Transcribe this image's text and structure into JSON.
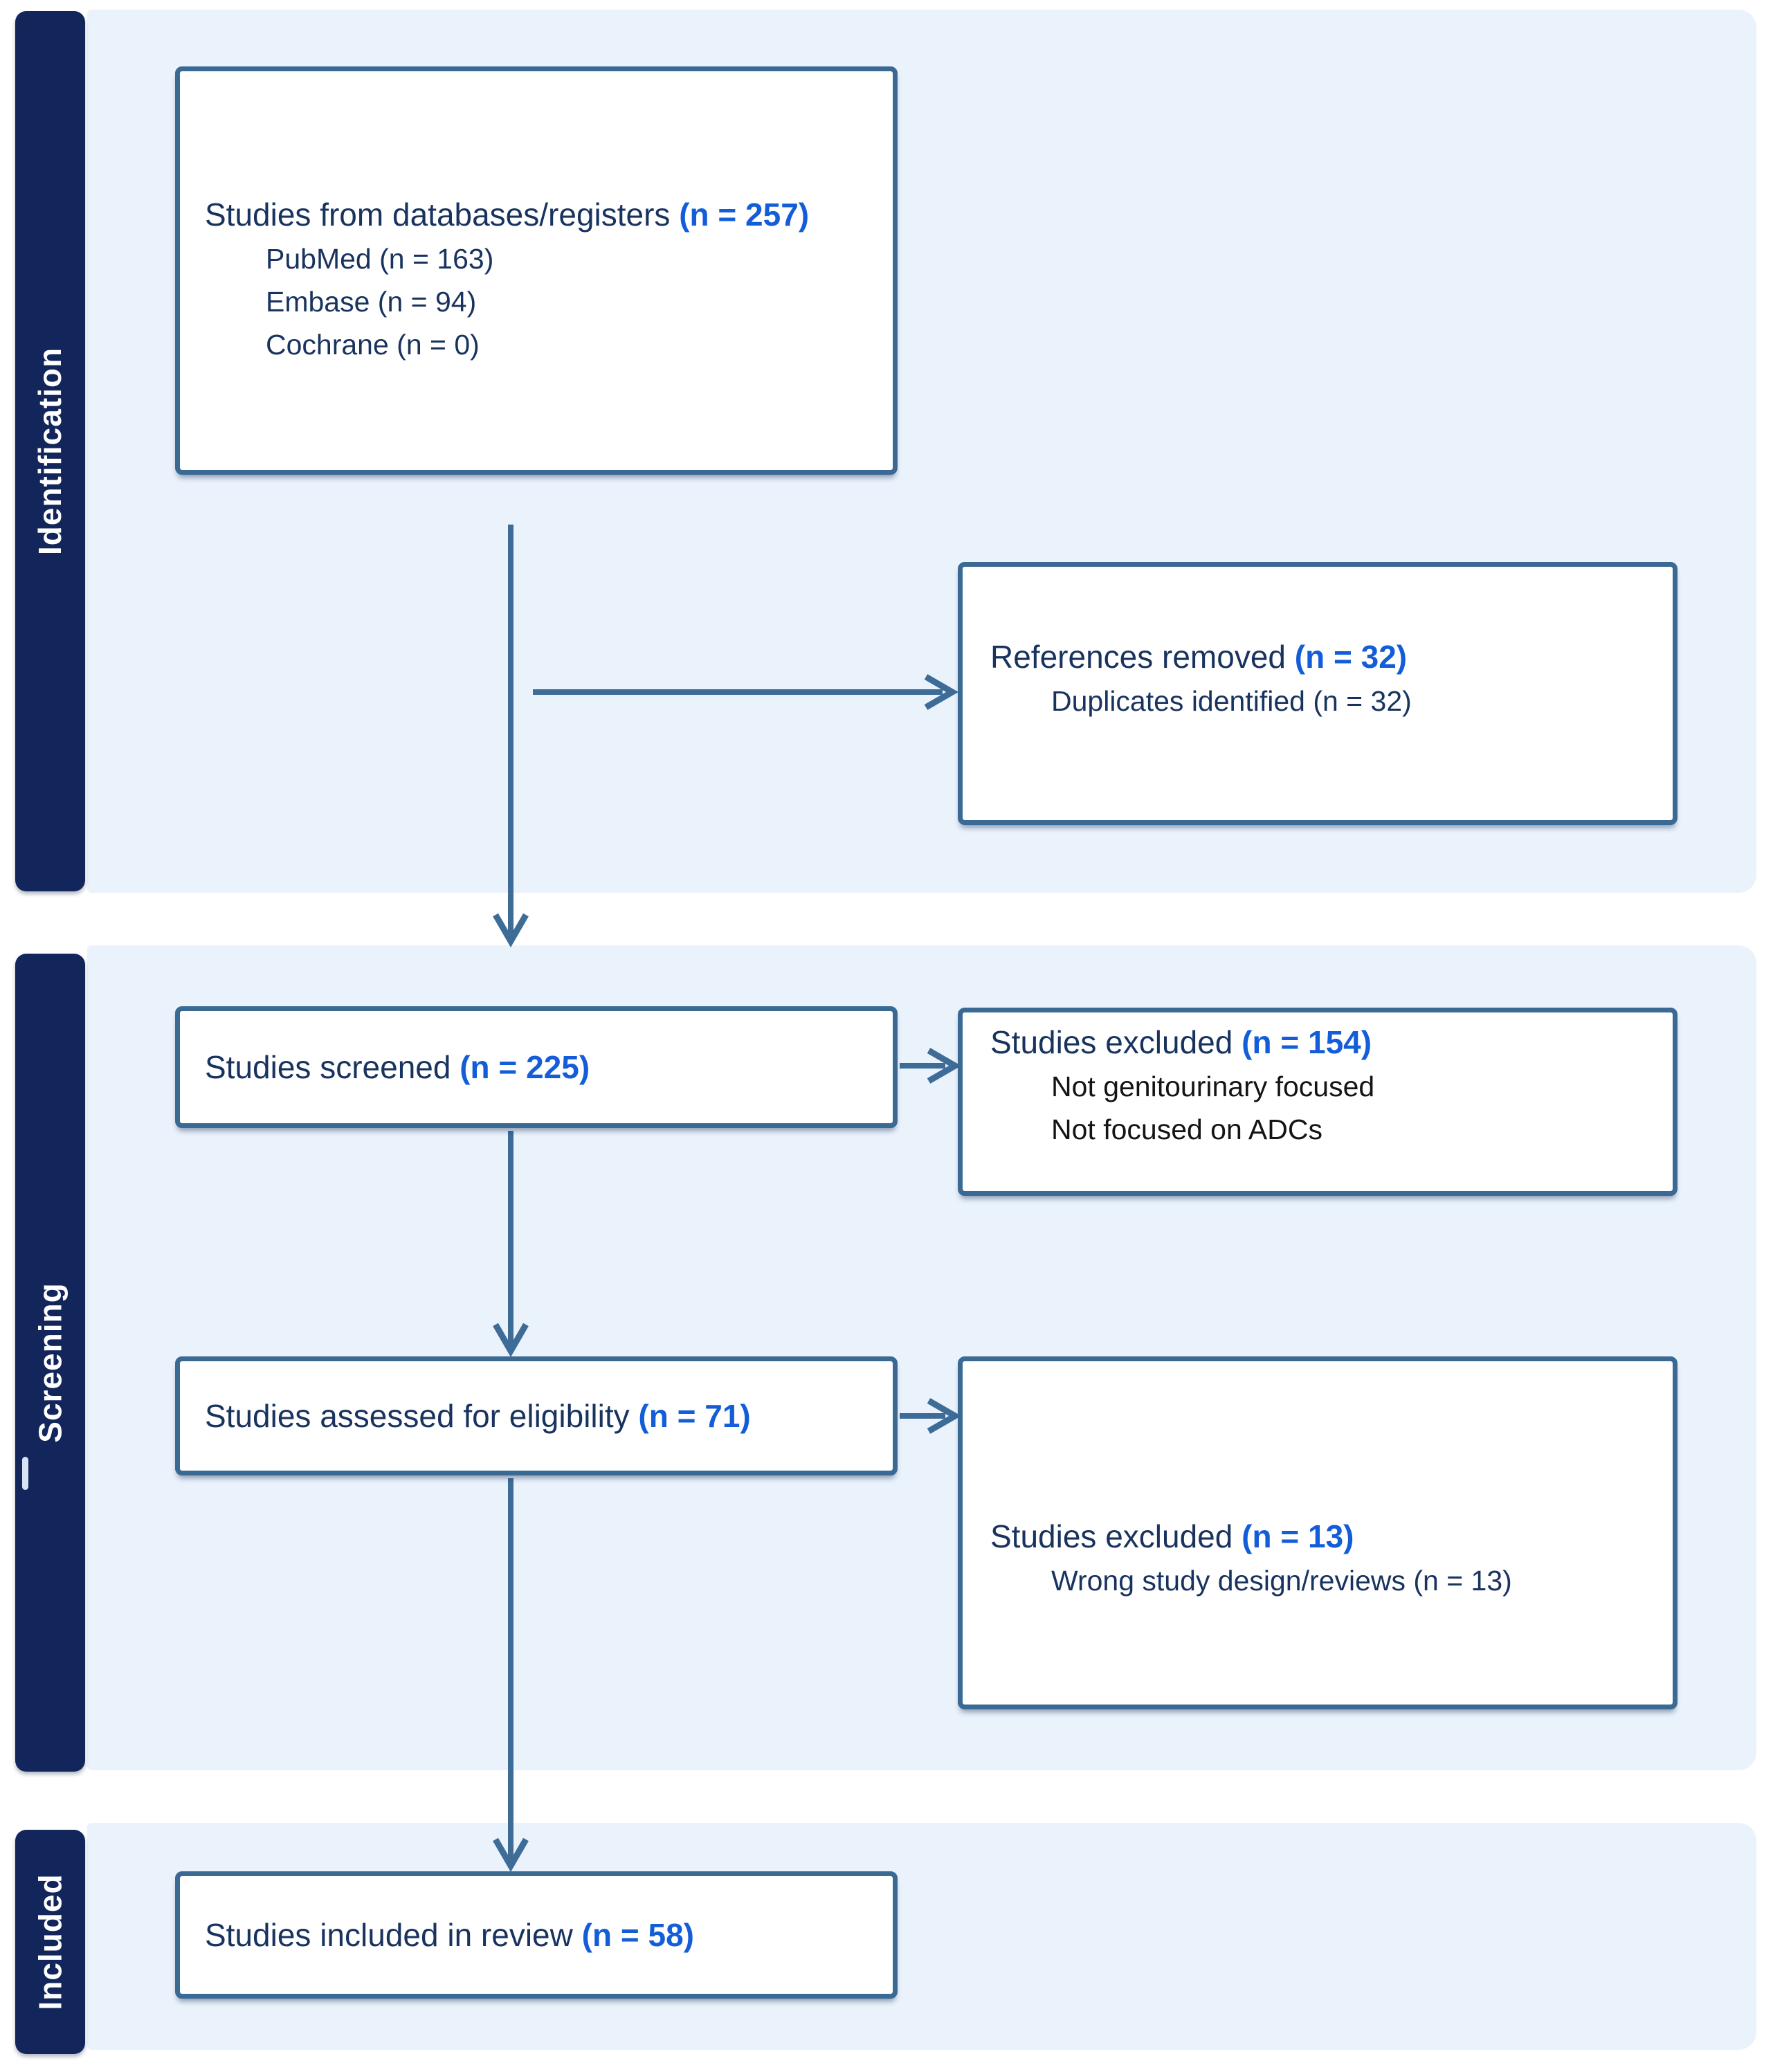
{
  "colors": {
    "bar": "#13265B",
    "panel": "#EAF2FC",
    "box_fill": "#FFFFFF",
    "box_border": "#3A6A94",
    "arrow": "#3D6C97",
    "text_navy": "#19335F",
    "text_blue": "#145DD9",
    "text_black": "#141414",
    "bar_label": "#FFFFFF"
  },
  "sidebar": {
    "sections": [
      {
        "label": "Identification"
      },
      {
        "label": "Screening"
      },
      {
        "label": "Included"
      }
    ]
  },
  "boxes": {
    "databases": {
      "label": "Studies from databases/registers",
      "count": "(n = 257)",
      "items": [
        "PubMed (n = 163)",
        "Embase (n = 94)",
        "Cochrane (n = 0)"
      ]
    },
    "references_removed": {
      "label": "References removed",
      "count": "(n = 32)",
      "items": [
        "Duplicates identified (n = 32)"
      ]
    },
    "screened": {
      "label": "Studies screened",
      "count": "(n = 225)"
    },
    "excluded_screening": {
      "label": "Studies excluded",
      "count": "(n = 154)",
      "items": [
        "Not genitourinary focused",
        "Not focused on ADCs"
      ]
    },
    "assessed": {
      "label": "Studies assessed for eligibility",
      "count": "(n = 71)"
    },
    "excluded_eligibility": {
      "label": "Studies excluded",
      "count": "(n = 13)",
      "items": [
        "Wrong study design/reviews (n = 13)"
      ]
    },
    "included": {
      "label": "Studies included in review",
      "count": "(n = 58)"
    }
  }
}
